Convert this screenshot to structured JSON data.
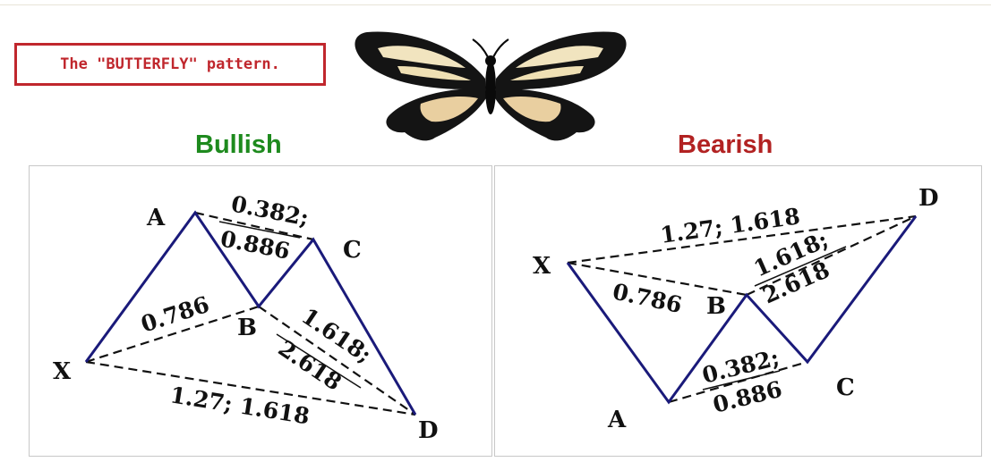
{
  "title": "The \"BUTTERFLY\" pattern.",
  "colors": {
    "title_border": "#c0272d",
    "title_text": "#c0272d",
    "bullish_heading": "#1e8a1e",
    "bearish_heading": "#b22222",
    "pattern_line": "#1a1a7a",
    "dashed_line": "#111111"
  },
  "illustration": "butterfly-image",
  "bullish": {
    "heading": "Bullish",
    "points": {
      "x": "X",
      "a": "A",
      "b": "B",
      "c": "C",
      "d": "D"
    },
    "ratios": {
      "ac_top": "0.382;",
      "ac_bottom": "0.886",
      "xb": "0.786",
      "bd_top": "1.618;",
      "bd_bottom": "2.618",
      "xd": "1.27; 1.618"
    }
  },
  "bearish": {
    "heading": "Bearish",
    "points": {
      "x": "X",
      "a": "A",
      "b": "B",
      "c": "C",
      "d": "D"
    },
    "ratios": {
      "xd": "1.27; 1.618",
      "bd_top": "1.618;",
      "bd_bottom": "2.618",
      "xb": "0.786",
      "ac_top": "0.382;",
      "ac_bottom": "0.886"
    }
  }
}
